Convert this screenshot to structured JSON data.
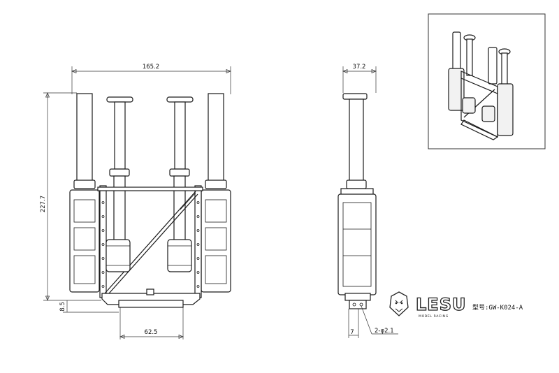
{
  "dimensions": {
    "front_width": "165.2",
    "height": "227.7",
    "bottom_offset": "8.5",
    "bracket_width": "62.5",
    "side_width": "37.2",
    "side_small": "7",
    "hole_spec": "2-φ2.1"
  },
  "logo": {
    "brand": "LESU",
    "tagline": "MODEL RACING",
    "icon": "lion-head-icon"
  },
  "model_number": "型号:GW-K024-A"
}
